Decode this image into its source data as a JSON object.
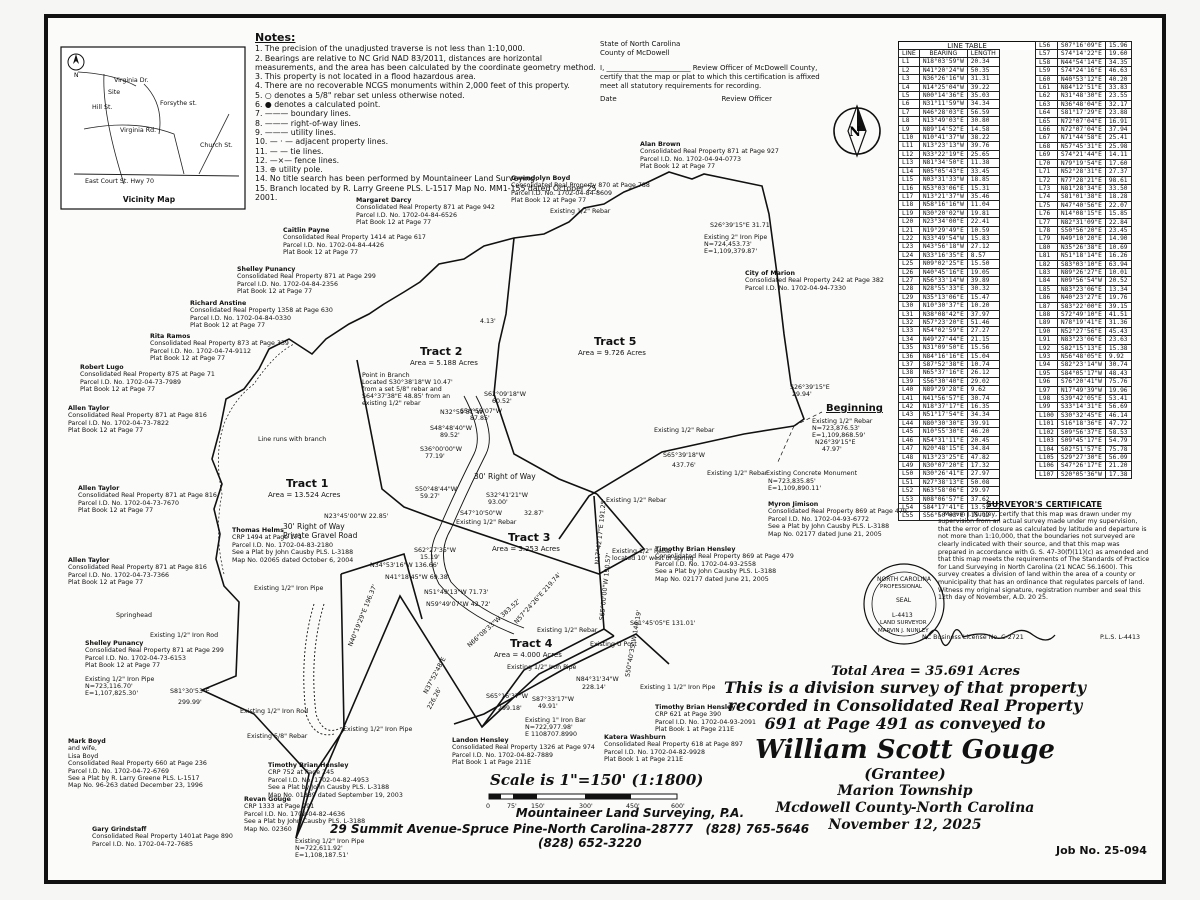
{
  "notes": {
    "title": "Notes:",
    "items": [
      "1. The precision of the unadjusted traverse is not less than 1:10,000.",
      "2. Bearings are relative to NC Grid NAD 83/2011, distances are horizontal measurements, and the area has been calculated by the coordinate geometry method.",
      "3. This property is not located in a flood hazardous area.",
      "4. There are no recoverable NCGS monuments within 2,000 feet of this property.",
      "5. ○ denotes a 5/8\" rebar set unless otherwise noted.",
      "6. ● denotes a calculated point.",
      "7. ——— boundary lines.",
      "8. ——— right-of-way lines.",
      "9. ——— utility lines.",
      "10. — · — adjacent property lines.",
      "11. — — tie lines.",
      "12. —×— fence lines.",
      "13. ⊕ utility pole.",
      "14. No title search has been performed by Mountaineer Land Surveying.",
      "15. Branch located by R. Larry Greene PLS. L-1517 Map No. MM1-155 dated October 25, 2001."
    ]
  },
  "review_cert": {
    "state": "State of North Carolina",
    "county": "County of McDowell",
    "body": "I, ________________________ Review Officer of McDowell County, certify that the map or plat to which this certification is affixed meet all statutory requirements for recording.",
    "date_label": "Date",
    "officer_label": "Review Officer"
  },
  "vicinity": {
    "title": "Vicinity Map",
    "labels": [
      "Virginia Dr.",
      "Site",
      "Forsythe st.",
      "Hill St.",
      "Virginia Rd.",
      "Church St.",
      "East Court St. Hwy 70"
    ]
  },
  "line_table": {
    "title": "LINE TABLE",
    "headers": [
      "LINE",
      "BEARING",
      "LENGTH"
    ],
    "rows1": [
      [
        "L1",
        "N18°03'59\"W",
        "20.34"
      ],
      [
        "L2",
        "N41°20'24\"W",
        "50.35"
      ],
      [
        "L3",
        "N36°26'16\"W",
        "31.31"
      ],
      [
        "L4",
        "N14°25'04\"W",
        "39.22"
      ],
      [
        "L5",
        "N00°14'36\"E",
        "35.03"
      ],
      [
        "L6",
        "N31°11'59\"W",
        "34.34"
      ],
      [
        "L7",
        "N46°28'03\"E",
        "56.59"
      ],
      [
        "L8",
        "N13°49'03\"E",
        "30.80"
      ],
      [
        "L9",
        "N89°14'52\"E",
        "14.58"
      ],
      [
        "L10",
        "N10°41'37\"W",
        "38.22"
      ],
      [
        "L11",
        "N13°23'13\"W",
        "39.76"
      ],
      [
        "L12",
        "N33°22'19\"E",
        "25.65"
      ],
      [
        "L13",
        "N81°34'50\"E",
        "11.38"
      ],
      [
        "L14",
        "N05°05'43\"E",
        "33.45"
      ],
      [
        "L15",
        "N03°31'33\"W",
        "18.85"
      ],
      [
        "L16",
        "N53°03'06\"E",
        "15.31"
      ],
      [
        "L17",
        "N13°21'37\"W",
        "35.46"
      ],
      [
        "L18",
        "N58°16'16\"W",
        "11.04"
      ],
      [
        "L19",
        "N30°20'02\"W",
        "19.81"
      ],
      [
        "L20",
        "N23°34'00\"E",
        "22.41"
      ],
      [
        "L21",
        "N19°29'49\"E",
        "10.59"
      ],
      [
        "L22",
        "N33°49'54\"W",
        "15.83"
      ],
      [
        "L23",
        "N43°56'18\"W",
        "27.12"
      ],
      [
        "L24",
        "N33°16'35\"E",
        "8.57"
      ],
      [
        "L25",
        "N09°02'25\"E",
        "15.50"
      ],
      [
        "L26",
        "N40°45'16\"E",
        "19.05"
      ],
      [
        "L27",
        "N56°33'14\"W",
        "39.89"
      ],
      [
        "L28",
        "N28°55'33\"E",
        "30.32"
      ],
      [
        "L29",
        "N35°13'06\"E",
        "15.47"
      ],
      [
        "L30",
        "N10°30'37\"E",
        "10.20"
      ],
      [
        "L31",
        "N38°08'42\"E",
        "37.97"
      ],
      [
        "L32",
        "N57°23'20\"E",
        "51.46"
      ],
      [
        "L33",
        "N54°02'59\"E",
        "27.27"
      ],
      [
        "L34",
        "N49°27'44\"E",
        "21.15"
      ],
      [
        "L35",
        "N31°09'50\"E",
        "15.56"
      ],
      [
        "L36",
        "N84°16'16\"E",
        "15.04"
      ],
      [
        "L37",
        "S87°52'38\"E",
        "10.74"
      ],
      [
        "L38",
        "N65°37'16\"E",
        "26.12"
      ],
      [
        "L39",
        "S56°30'40\"E",
        "29.02"
      ],
      [
        "L40",
        "N89°29'28\"E",
        "9.62"
      ],
      [
        "L41",
        "N41°56'57\"E",
        "30.74"
      ],
      [
        "L42",
        "N18°37'17\"E",
        "16.35"
      ],
      [
        "L43",
        "N51°17'54\"E",
        "34.34"
      ],
      [
        "L44",
        "N80°30'30\"E",
        "39.91"
      ],
      [
        "L45",
        "N10°55'30\"E",
        "46.20"
      ],
      [
        "L46",
        "N54°31'11\"E",
        "20.45"
      ],
      [
        "L47",
        "N20°48'15\"E",
        "34.84"
      ],
      [
        "L48",
        "N13°23'25\"E",
        "47.82"
      ],
      [
        "L49",
        "N30°07'20\"E",
        "17.32"
      ],
      [
        "L50",
        "N30°26'41\"E",
        "27.97"
      ],
      [
        "L51",
        "N27°38'13\"E",
        "50.08"
      ],
      [
        "L52",
        "N63°58'06\"E",
        "29.97"
      ],
      [
        "L53",
        "N08°06'57\"E",
        "37.62"
      ],
      [
        "L54",
        "S84°17'41\"E",
        "13.52"
      ],
      [
        "L55",
        "S56°50'03\"E",
        "15.12"
      ]
    ],
    "rows2": [
      [
        "L56",
        "S07°16'09\"E",
        "15.96"
      ],
      [
        "L57",
        "S74°14'22\"E",
        "19.60"
      ],
      [
        "L58",
        "N44°54'14\"E",
        "34.35"
      ],
      [
        "L59",
        "S74°24'16\"E",
        "46.63"
      ],
      [
        "L60",
        "N40°53'12\"E",
        "40.20"
      ],
      [
        "L61",
        "N84°12'51\"E",
        "33.83"
      ],
      [
        "L62",
        "N31°48'30\"E",
        "23.55"
      ],
      [
        "L63",
        "N36°48'04\"E",
        "32.17"
      ],
      [
        "L64",
        "S81°17'29\"E",
        "23.88"
      ],
      [
        "L65",
        "N72°07'04\"E",
        "16.91"
      ],
      [
        "L66",
        "N72°07'04\"E",
        "37.94"
      ],
      [
        "L67",
        "N71°44'58\"E",
        "25.41"
      ],
      [
        "L68",
        "N57°45'31\"E",
        "25.98"
      ],
      [
        "L69",
        "S74°21'44\"E",
        "14.11"
      ],
      [
        "L70",
        "N79°19'54\"E",
        "17.60"
      ],
      [
        "L71",
        "N52°28'31\"E",
        "27.37"
      ],
      [
        "L72",
        "N77°28'21\"E",
        "98.61"
      ],
      [
        "L73",
        "N81°28'34\"E",
        "33.50"
      ],
      [
        "L74",
        "S81°01'38\"E",
        "18.28"
      ],
      [
        "L75",
        "N47°40'56\"E",
        "22.07"
      ],
      [
        "L76",
        "N14°08'15\"E",
        "15.85"
      ],
      [
        "L77",
        "N82°31'09\"E",
        "22.84"
      ],
      [
        "L78",
        "S50°56'20\"E",
        "23.45"
      ],
      [
        "L79",
        "N49°10'20\"E",
        "14.90"
      ],
      [
        "L80",
        "N35°26'38\"E",
        "10.69"
      ],
      [
        "L81",
        "N51°18'14\"E",
        "16.26"
      ],
      [
        "L82",
        "S83°03'10\"E",
        "63.94"
      ],
      [
        "L83",
        "N89°26'27\"E",
        "10.01"
      ],
      [
        "L84",
        "N09°56'54\"W",
        "20.52"
      ],
      [
        "L85",
        "N83°23'06\"E",
        "13.34"
      ],
      [
        "L86",
        "N40°23'27\"E",
        "19.76"
      ],
      [
        "L87",
        "S83°22'00\"E",
        "39.15"
      ],
      [
        "L88",
        "S72°49'10\"E",
        "41.51"
      ],
      [
        "L89",
        "N78°19'41\"E",
        "31.36"
      ],
      [
        "L90",
        "N52°27'56\"E",
        "45.43"
      ],
      [
        "L91",
        "N83°23'06\"E",
        "23.63"
      ],
      [
        "L92",
        "S82°15'13\"E",
        "15.38"
      ],
      [
        "L93",
        "N56°48'05\"E",
        "9.92"
      ],
      [
        "L94",
        "S82°23'14\"W",
        "30.74"
      ],
      [
        "L95",
        "S84°05'17\"W",
        "48.43"
      ],
      [
        "L96",
        "S76°20'41\"W",
        "75.76"
      ],
      [
        "L97",
        "N17°49'39\"W",
        "19.96"
      ],
      [
        "L98",
        "S39°42'05\"E",
        "53.41"
      ],
      [
        "L99",
        "S33°14'31\"E",
        "56.69"
      ],
      [
        "L100",
        "S30°32'45\"E",
        "46.14"
      ],
      [
        "L101",
        "S16°18'36\"E",
        "47.72"
      ],
      [
        "L102",
        "S09°56'37\"E",
        "58.53"
      ],
      [
        "L103",
        "S09°45'17\"E",
        "54.79"
      ],
      [
        "L104",
        "S02°51'57\"E",
        "75.78"
      ],
      [
        "L105",
        "S29°27'30\"E",
        "56.09"
      ],
      [
        "L106",
        "S47°26'17\"E",
        "21.20"
      ],
      [
        "L107",
        "S20°05'36\"W",
        "17.38"
      ]
    ]
  },
  "tracts": [
    {
      "name": "Tract 1",
      "area": "Area = 13.524 Acres"
    },
    {
      "name": "Tract 2",
      "area": "Area = 5.188 Acres"
    },
    {
      "name": "Tract 3",
      "area": "Area = 3.253 Acres"
    },
    {
      "name": "Tract 4",
      "area": "Area = 4.000 Acres"
    },
    {
      "name": "Tract 5",
      "area": "Area = 9.726 Acres"
    }
  ],
  "adjoiners": {
    "alan_brown": [
      "Alan Brown",
      "Consolidated Real Property 871 at Page 927",
      "Parcel I.D. No. 1702-04-94-0773",
      "Plat Book 12 at Page 77"
    ],
    "gwendolyn_boyd": [
      "Gwendolyn Boyd",
      "Consolidated Real Property 870 at Page 788",
      "Parcel I.D. No. 1702-04-84-8609",
      "Plat Book 12 at Page 77"
    ],
    "margaret_darcy": [
      "Margaret Darcy",
      "Consolidated Real Property 871 at Page 942",
      "Parcel I.D. No. 1702-04-84-6526",
      "Plat Book 12 at Page 77"
    ],
    "caitlin_payne": [
      "Caitlin Payne",
      "Consolidated Real Property 1414 at Page 617",
      "Parcel I.D. No. 1702-04-84-4426",
      "Plat Book 12 at Page 77"
    ],
    "shelley_punancy_1": [
      "Shelley Punancy",
      "Consolidated Real Property 871 at Page 299",
      "Parcel I.D. No. 1702-04-84-2356",
      "Plat Book 12 at Page 77"
    ],
    "richard_anstine": [
      "Richard Anstine",
      "Consolidated Real Property 1358 at Page 630",
      "Parcel I.D. No. 1702-04-84-0330",
      "Plat Book 12 at Page 77"
    ],
    "rita_ramos": [
      "Rita Ramos",
      "Consolidated Real Property 873 at Page 339",
      "Parcel I.D. No. 1702-04-74-9112",
      "Plat Book 12 at Page 77"
    ],
    "robert_lugo": [
      "Robert Lugo",
      "Consolidated Real Property 875 at Page 71",
      "Parcel I.D. No. 1702-04-73-7989",
      "Plat Book 12 at Page 77"
    ],
    "allen_taylor_1": [
      "Allen Taylor",
      "Consolidated Real Property 871 at Page 816",
      "Parcel I.D. No. 1702-04-73-7822",
      "Plat Book 12 at Page 77"
    ],
    "allen_taylor_2": [
      "Allen Taylor",
      "Consolidated Real Property 871 at Page 816",
      "Parcel I.D. No. 1702-04-73-7670",
      "Plat Book 12 at Page 77"
    ],
    "allen_taylor_3": [
      "Allen Taylor",
      "Consolidated Real Property 871 at Page 816",
      "Parcel I.D. No. 1702-04-73-7366",
      "Plat Book 12 at Page 77"
    ],
    "shelley_punancy_2": [
      "Shelley Punancy",
      "Consolidated Real Property 871 at Page 299",
      "Parcel I.D. No. 1702-04-73-6153",
      "Plat Book 12 at Page 77"
    ],
    "mark_boyd": [
      "Mark Boyd",
      "and wife,",
      "Lisa Boyd",
      "Consolidated Real Property 660 at Page 236",
      "Parcel I.D. No. 1702-04-72-6769",
      "See a Plat by R. Larry Greene PLS. L-1517",
      "Map No. 96-263 dated December 23, 1996"
    ],
    "gary_grindstaff": [
      "Gary Grindstaff",
      "Consolidated Real Property 1401at Page 890",
      "Parcel I.D. No. 1702-04-72-7685"
    ],
    "thomas_helms": [
      "Thomas Helms",
      "CRP 1494 at Page 171",
      "Parcel I.D. No. 1702-04-83-2180",
      "See a Plat by John Causby PLS. L-3188",
      "Map No. 02065 dated October 6, 2004"
    ],
    "city_of_marion": [
      "City of Marion",
      "Consolidated Real Property 242 at Page 382",
      "Parcel I.D. No. 1702-04-94-7330"
    ],
    "myron_jimison": [
      "Myron Jimison",
      "Consolidated Real Property 869 at Page 479",
      "Parcel I.D. No. 1702-04-93-6772",
      "See a Plat by John Causby PLS. L-3188",
      "Map No. 02177 dated June 21, 2005"
    ],
    "timothy_hensley_1": [
      "Timothy Brian Hensley",
      "Consolidated Real Property 869 at Page 479",
      "Parcel I.D. No. 1702-04-93-2558",
      "See a Plat by John Causby PLS. L-3188",
      "Map No. 02177 dated June 21, 2005"
    ],
    "timothy_hensley_2": [
      "Timothy Brian Hensley",
      "CRP 621 at Page 390",
      "Parcel I.D. No. 1702-04-93-2091",
      "Plat Book 1 at Page 211E"
    ],
    "katera_washburn": [
      "Katera Washburn",
      "Consolidated Real Property 618 at Page 897",
      "Parcel I.D. No. 1702-04-82-9928",
      "Plat Book 1 at Page 211E"
    ],
    "landon_hensley": [
      "Landon Hensley",
      "Consolidated Real Property 1326 at Page 974",
      "Parcel I.D. No. 1702-04-82-7889",
      "Plat Book 1 at Page 211E"
    ],
    "timothy_hensley_3": [
      "Timothy Brian Hensley",
      "CRP 752 at Page 245",
      "Parcel I.D. No. 1702-04-82-4953",
      "See a Plat by John Causby PLS. L-3188",
      "Map No. 01889 dated September 19, 2003"
    ],
    "revan_gouge": [
      "Revan Gouge",
      "CRP 1333 at Page 291",
      "Parcel I.D. No. 1702-04-82-4636",
      "See a Plat by John Causby PLS. L-3188",
      "Map No. 02360"
    ]
  },
  "map_labels": {
    "beginning": "Beginning",
    "beg_rebar": "Existing 1/2\" Rebar",
    "beg_coords": [
      "N=723,876.53'",
      "E=1,109,868.59'"
    ],
    "beg_tie": "N26°39'15\"E",
    "beg_tie_len": "47.97'",
    "tie_s26": "S26°39'15\"E",
    "tie_s26_len": "29.94'",
    "concrete_monument": "Existing Concrete Monument",
    "monument_coords": [
      "N=723,835.85'",
      "E=1,109,890.11'"
    ],
    "iron_pipe_2": "Existing 2\" Iron Pipe",
    "iron_pipe_2_coords": [
      "N=724,453.73'",
      "E=1,109,379.87'"
    ],
    "s26_top": "S26°39'15\"E 31.71'",
    "point_in_branch": [
      "Point in Branch",
      "Located S30°38'18\"W 10.47'",
      "from a set 5/8\" rebar and",
      "S64°37'38\"E 48.85' from an",
      "existing 1/2\" rebar"
    ],
    "line_runs": "Line runs with branch",
    "row30": [
      "30' Right of Way",
      "Private Gravel Road"
    ],
    "row30b": "30' Right of Way",
    "springhead": "Springhead",
    "iron_rod": "Existing 1/2\" Iron Rod",
    "iron_pipe_half": "Existing 1/2\" Iron Pipe",
    "iron_pipe_half_coords": [
      "N=723,116.70'",
      "E=1,107,825.30'"
    ],
    "rebar_58": "Existing 5/8\" Rebar",
    "iron_pipe_1": "Existing 1\" Iron Pipe",
    "iron_pipe_1_bottom_coords": [
      "N=722,611.92'",
      "E=1,108,187.51'"
    ],
    "iron_bar": "Existing 1\" Iron Bar",
    "iron_bar_coords": [
      "N=722,977.98'",
      "E 1108707.8990"
    ],
    "iron_pipe_1_5": "Existing 1 1/2\" Iron Pipe",
    "u_post": "Existing U Post",
    "rebar_half": "Existing 1/2\" Rebar",
    "rebar_note": "located 10' west of spring",
    "b1": "N32°59'51\"W",
    "b1d": "4.13'",
    "b2": "S62°09'18\"W",
    "b2d": "60.52'",
    "b3": "S56°55'07\"W",
    "b3d": "87.85'",
    "b4": "S48°48'40\"W",
    "b4d": "89.52'",
    "b5": "S36°00'00\"W",
    "b5d": "77.19'",
    "b6": "S50°48'44\"W",
    "b6d": "59.27'",
    "b7": "S32°41'21\"W",
    "b7d": "93.00'",
    "b8": "S47°10'50\"W",
    "b8d": "32.87'",
    "b9": "N23°45'00\"W 22.85'",
    "b10": "S62°27'35\"W",
    "b10d": "15.19'",
    "b11": "N34°53'16\"W 136.66'",
    "b12": "N41°18'45\"W 69.38'",
    "b13": "N51°49'13\"W 71.73'",
    "b14": "N59°49'07\"W 42.72'",
    "b15": "S65°39'18\"W",
    "b15d": "437.76'",
    "b16": "S81°30'53\"E",
    "b16d": "299.99'",
    "b17": "S61°45'05\"E 131.01'",
    "b18": "N84°31'34\"W",
    "b18d": "228.14'",
    "b19": "S87°33'17\"W",
    "b19d": "49.91'",
    "b20": "S65°16'37\"W",
    "b20d": "299.18'",
    "b21": "N66°08'33\"W 383.52'",
    "b22": "N57°24'26\"E 219.74'",
    "b23": "S50°40'35\"W 146.19'",
    "b24": "N37°52'48\"E",
    "b24d": "226.26'",
    "b25": "N40°19'29\"E 196.37'",
    "b26": "N17°42'17\"E 191.25'",
    "b27": "S65°00'00\"W 190.57'"
  },
  "surveyor_cert": {
    "title": "SURVEYOR'S CERTIFICATE",
    "body": "I, Marvin J. Nunley, certify that this map was drawn under my supervision from an actual survey made under my supervision, that the error of closure as calculated by latitude and departure is not more than 1:10,000, that the boundaries not surveyed are clearly indicated with their source, and that this map was prepared in accordance with G. S. 47-30(f)(11)(c) as amended and that this map meets the requirements of The Standards of Practice for Land Surveying in North Carolina (21 NCAC 56.1600). This survey creates a division of land within the area of a county or municipality that has an ordinance that regulates parcels of land. Witness my original signature, registration number and seal this 12th day of November, A.D. 20 25.",
    "seal": [
      "NORTH CAROLINA",
      "PROFESSIONAL",
      "SEAL",
      "L-4413",
      "LAND SURVEYOR",
      "MARVIN J. NUNLEY"
    ],
    "pls": "P.L.S. L-4413",
    "license": "NC Business License No. C-2721"
  },
  "title_block": {
    "total_area": "Total Area = 35.691 Acres",
    "desc": [
      "This is a division survey of that property",
      "recorded in Consolidated Real Property",
      "691 at Page 491 as conveyed to"
    ],
    "owner": "William Scott Gouge",
    "grantee": "(Grantee)",
    "location": [
      "Marion Township",
      "Mcdowell County-North Carolina",
      "November 12, 2025"
    ],
    "scale": "Scale is 1\"=150' (1:1800)",
    "scale_ticks": [
      "0",
      "75'",
      "150'",
      "300'",
      "450'",
      "600'"
    ],
    "firm": "Mountaineer Land Surveying, P.A.",
    "address": "29 Summit Avenue-Spruce Pine-North Carolina-28777",
    "phone1": "(828) 765-5646",
    "phone2": "(828) 652-3220",
    "job": "Job No. 25-094"
  }
}
